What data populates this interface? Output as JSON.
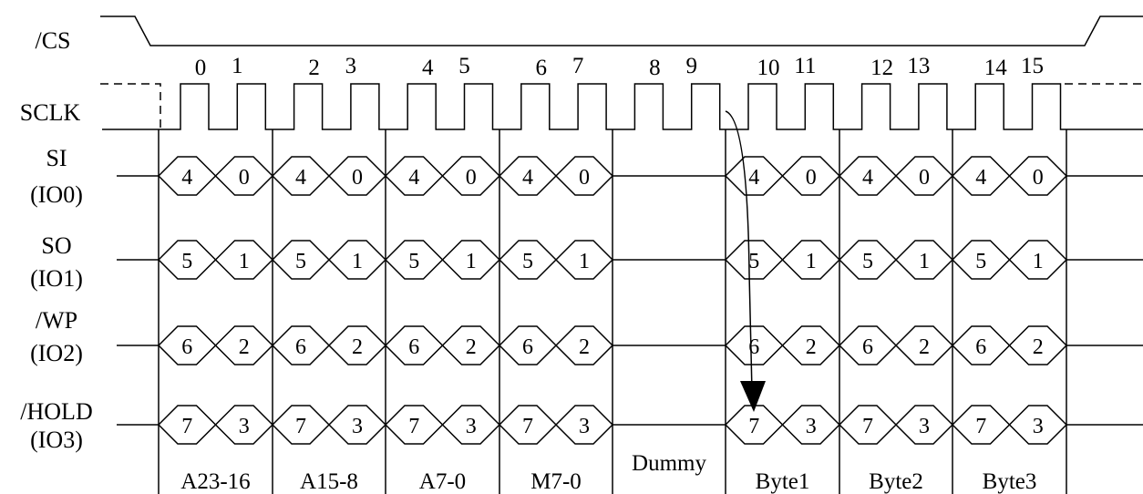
{
  "signals": {
    "cs": "/CS",
    "sclk": "SCLK",
    "io0": {
      "name": "SI",
      "io": "(IO0)"
    },
    "io1": {
      "name": "SO",
      "io": "(IO1)"
    },
    "io2": {
      "name": "/WP",
      "io": "(IO2)"
    },
    "io3": {
      "name": "/HOLD",
      "io": "(IO3)"
    }
  },
  "clock_numbers": [
    "0",
    "1",
    "2",
    "3",
    "4",
    "5",
    "6",
    "7",
    "8",
    "9",
    "10",
    "11",
    "12",
    "13",
    "14",
    "15"
  ],
  "lanes": [
    {
      "high": "4",
      "low": "0"
    },
    {
      "high": "5",
      "low": "1"
    },
    {
      "high": "6",
      "low": "2"
    },
    {
      "high": "7",
      "low": "3"
    }
  ],
  "segments": [
    {
      "label": "A23-16",
      "kind": "data"
    },
    {
      "label": "A15-8",
      "kind": "data"
    },
    {
      "label": "A7-0",
      "kind": "data"
    },
    {
      "label": "M7-0",
      "kind": "data"
    },
    {
      "label": "Dummy",
      "kind": "dummy"
    },
    {
      "label": "Byte1",
      "kind": "data"
    },
    {
      "label": "Byte2",
      "kind": "data"
    },
    {
      "label": "Byte3",
      "kind": "data"
    }
  ]
}
